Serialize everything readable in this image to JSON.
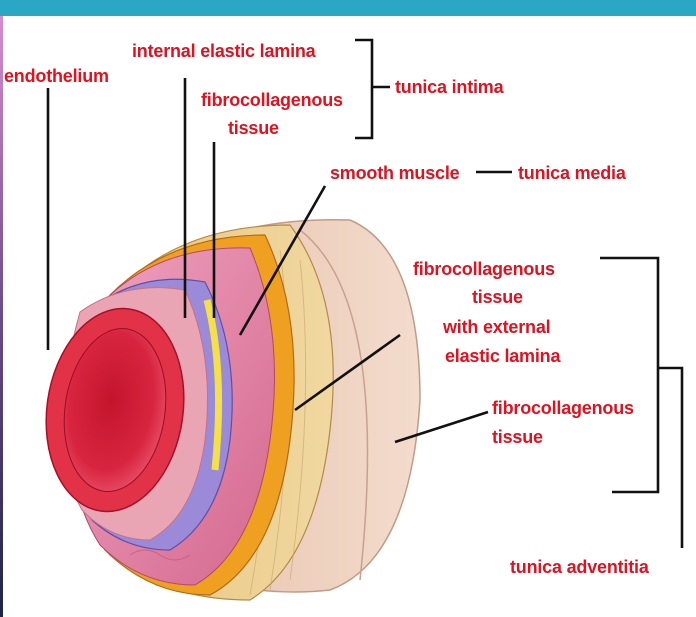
{
  "labels": {
    "endothelium": "endothelium",
    "internal_elastic_lamina": "internal elastic lamina",
    "fibrocollagenous_1a": "fibrocollagenous",
    "fibrocollagenous_1b": "tissue",
    "tunica_intima": "tunica intima",
    "smooth_muscle": "smooth muscle",
    "tunica_media": "tunica media",
    "fibro_ext_1": "fibrocollagenous",
    "fibro_ext_2": "tissue",
    "fibro_ext_3": "with external",
    "fibro_ext_4": "elastic lamina",
    "fibrocollagenous_2a": "fibrocollagenous",
    "fibrocollagenous_2b": "tissue",
    "tunica_adventitia": "tunica adventitia"
  },
  "colors": {
    "label": "#e4101e",
    "header_bar": "#2aa7c4",
    "outer_layer": "#e9c6b4",
    "middle_layer": "#e8c47a",
    "orange_band": "#f0a020",
    "muscle_layer": "#e07aa0",
    "elastic_lamina": "#9a8ad8",
    "endothelium": "#d81e3a"
  }
}
